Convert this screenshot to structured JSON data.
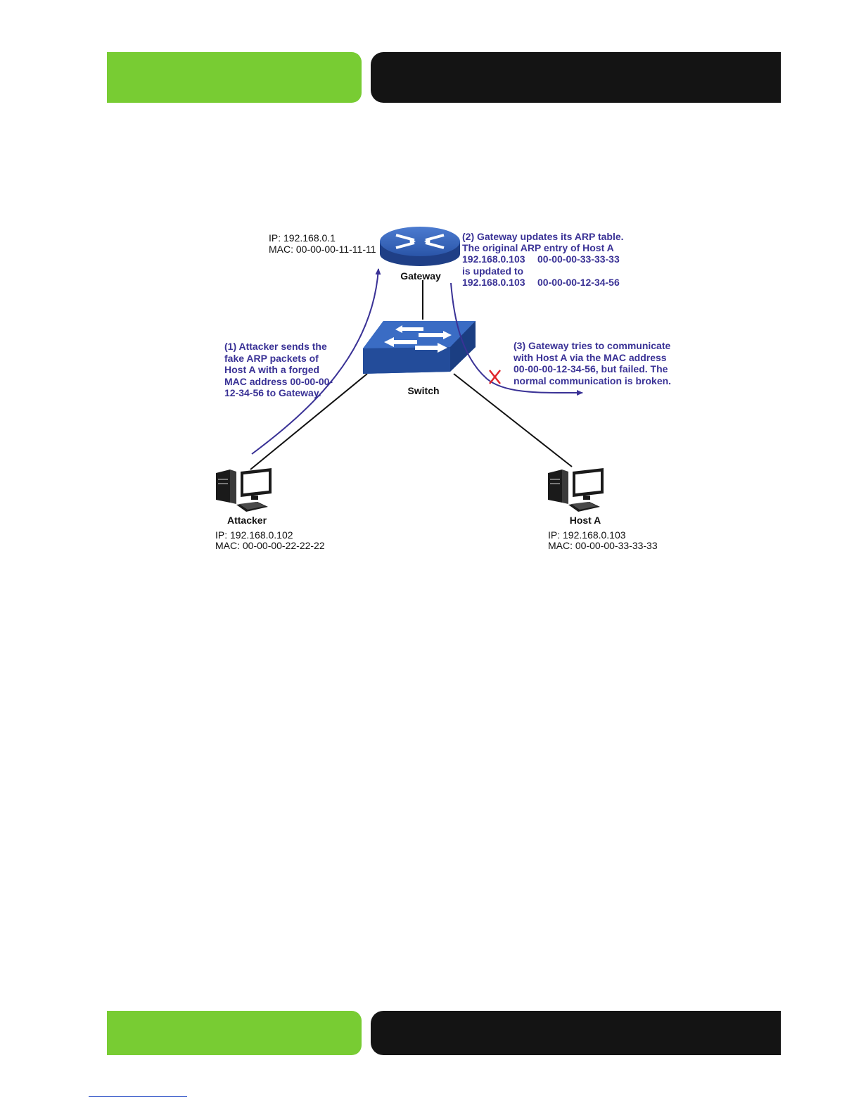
{
  "colors": {
    "banner_green": "#78cc33",
    "banner_black": "#141414",
    "annotation": "#3a3296",
    "device_blue": "#2b56a8",
    "failure_mark": "#e0262b",
    "link_line": "#111111",
    "footer_rule": "#3558c8"
  },
  "gateway": {
    "label": "Gateway",
    "icon": "router-icon",
    "ip": "IP: 192.168.0.1",
    "mac": "MAC: 00-00-00-11-11-11"
  },
  "switch": {
    "label": "Switch",
    "icon": "switch-icon"
  },
  "attacker": {
    "label": "Attacker",
    "icon": "computer-icon",
    "ip": "IP: 192.168.0.102",
    "mac": "MAC: 00-00-00-22-22-22"
  },
  "host_a": {
    "label": "Host A",
    "icon": "computer-icon",
    "ip": "IP: 192.168.0.103",
    "mac": "MAC: 00-00-00-33-33-33"
  },
  "steps": {
    "step1": [
      "(1) Attacker sends the",
      "fake ARP packets of",
      "Host A with a forged",
      "MAC address 00-00-00-",
      "12-34-56 to Gateway."
    ],
    "step2": {
      "line1": "(2) Gateway updates its ARP table.",
      "line2": "The original ARP entry of Host A",
      "entry_before_ip": "192.168.0.103",
      "entry_before_mac": "00-00-00-33-33-33",
      "line4": "is updated to",
      "entry_after_ip": "192.168.0.103",
      "entry_after_mac": "00-00-00-12-34-56"
    },
    "step3": [
      "(3) Gateway tries to communicate",
      "with Host A via the MAC address",
      "00-00-00-12-34-56, but failed. The",
      "normal communication is broken."
    ]
  }
}
